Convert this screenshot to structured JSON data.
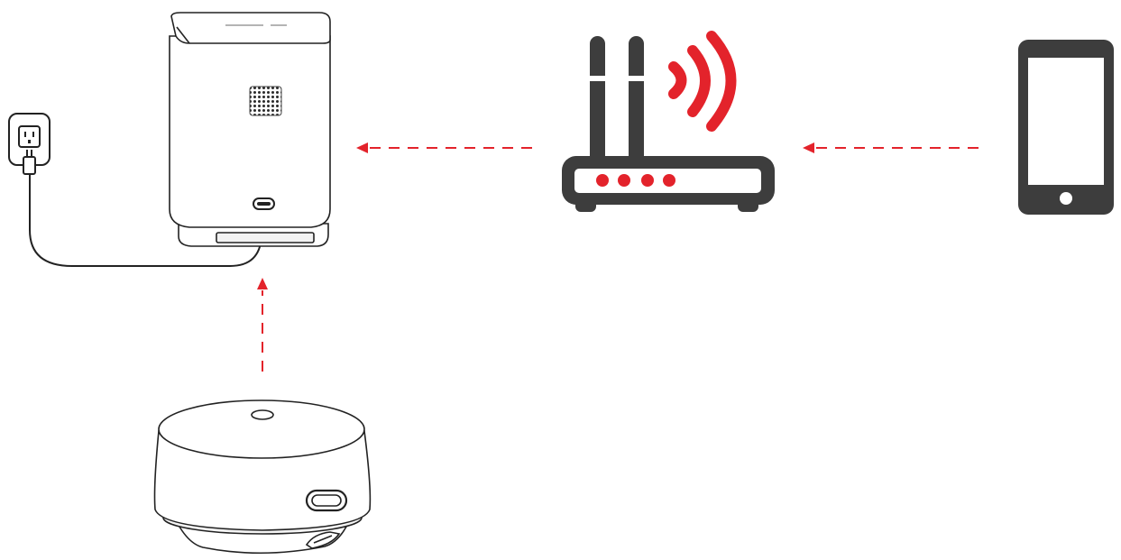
{
  "diagram": {
    "nodes": [
      {
        "id": "wall-outlet",
        "icon": "power-outlet-icon"
      },
      {
        "id": "hub",
        "icon": "hub-device-icon"
      },
      {
        "id": "router",
        "icon": "wifi-router-icon"
      },
      {
        "id": "phone",
        "icon": "smartphone-icon"
      },
      {
        "id": "sensor",
        "icon": "sensor-device-icon"
      }
    ],
    "edges": [
      {
        "from": "router",
        "to": "hub",
        "style": "dashed-arrow"
      },
      {
        "from": "phone",
        "to": "router",
        "style": "dashed-arrow"
      },
      {
        "from": "sensor",
        "to": "hub",
        "style": "dashed-arrow"
      },
      {
        "from": "wall-outlet",
        "to": "hub",
        "style": "power-cable"
      }
    ]
  },
  "colors": {
    "accent": "#e3232b",
    "device_dark": "#3d3d3d",
    "outline": "#222222",
    "background": "#ffffff"
  }
}
